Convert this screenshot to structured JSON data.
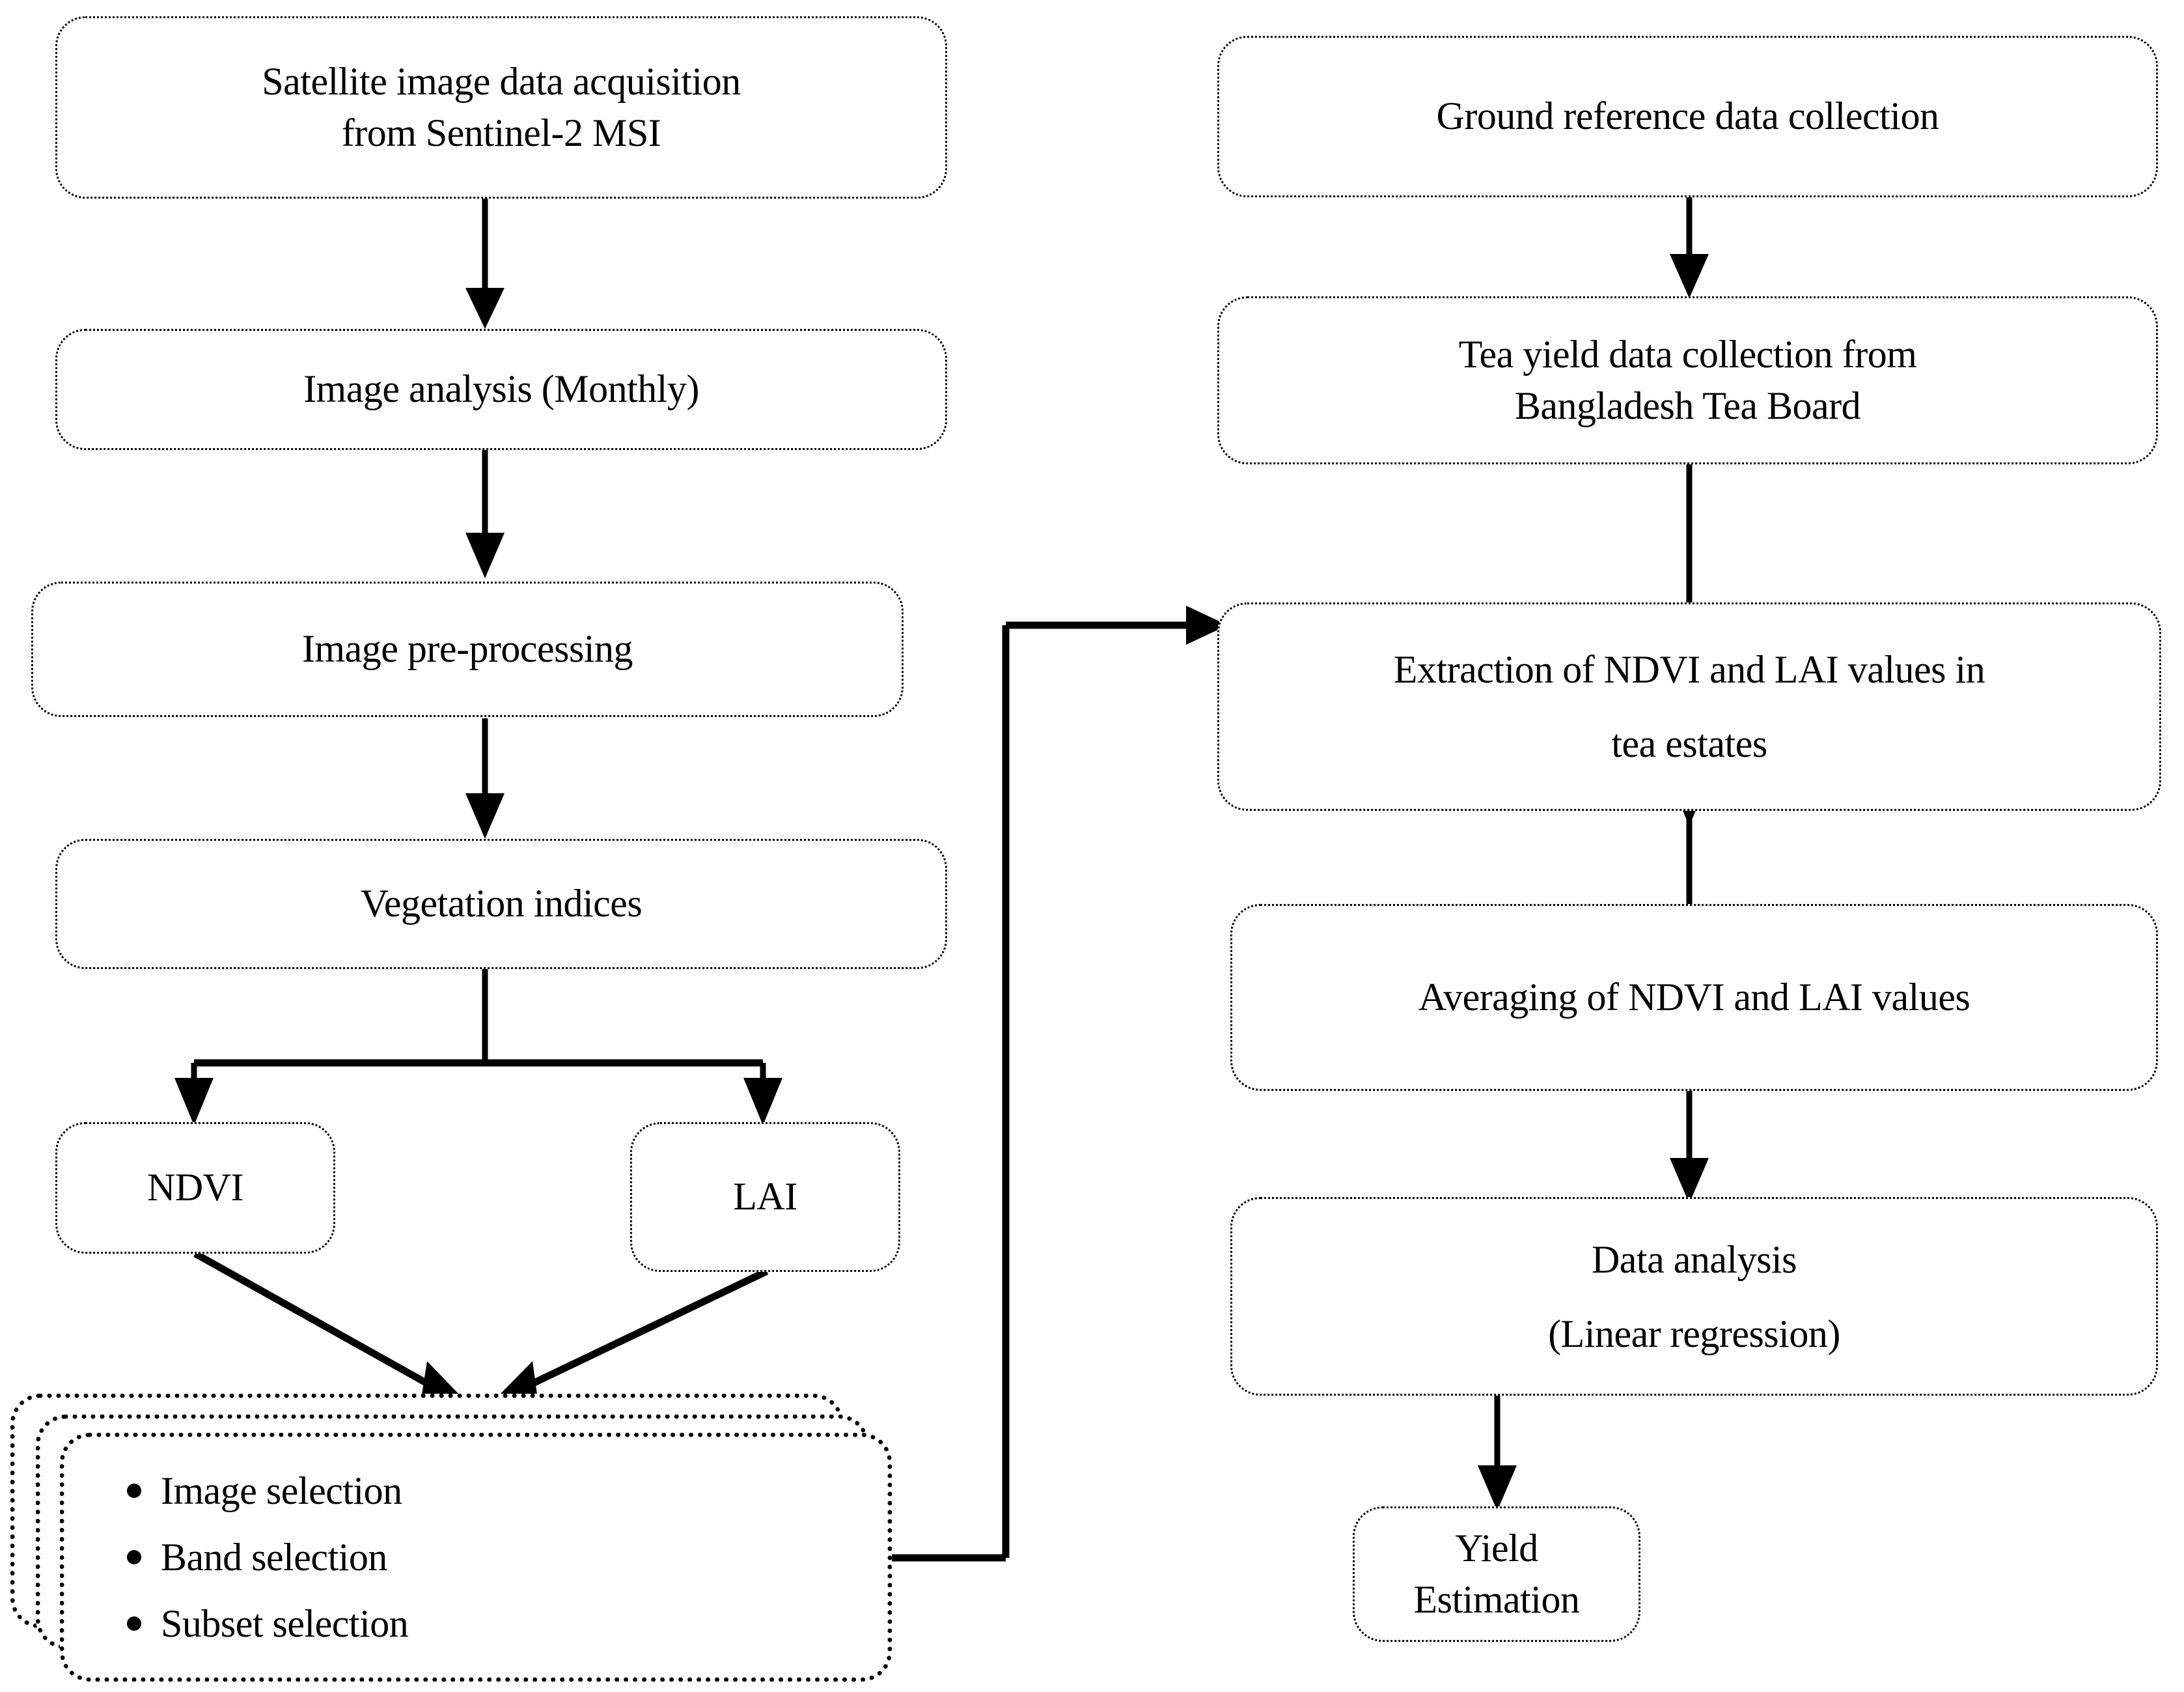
{
  "diagram": {
    "title": "Tea yield estimation methodology flowchart",
    "stroke_color": "#000000",
    "background_color": "#ffffff",
    "node_border_style": "dotted",
    "nodes": {
      "satellite_acquisition": "Satellite image data acquisition\nfrom Sentinel-2 MSI",
      "image_analysis": "Image analysis (Monthly)",
      "image_preprocessing": "Image pre-processing",
      "vegetation_indices": "Vegetation indices",
      "ndvi": "NDVI",
      "lai": "LAI",
      "selection_bullets": [
        "Image selection",
        "Band selection",
        "Subset selection"
      ],
      "ground_reference": "Ground reference data collection",
      "tea_yield_collection": "Tea yield data collection from\nBangladesh Tea Board",
      "extraction": "Extraction of NDVI and LAI values in\ntea estates",
      "averaging": "Averaging of NDVI and LAI values",
      "data_analysis": "Data analysis\n(Linear regression)",
      "yield_estimation": "Yield Estimation"
    }
  }
}
